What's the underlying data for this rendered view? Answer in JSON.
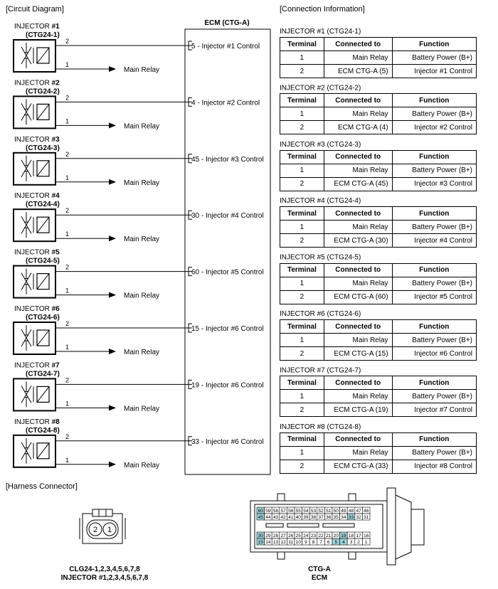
{
  "circuit_title": "[Circuit Diagram]",
  "connection_title": "[Connection Information]",
  "harness_title": "[Harness Connector]",
  "ecm_title": "ECM (CTG-A)",
  "main_relay": "Main Relay",
  "pin1": "1",
  "pin2": "2",
  "table_headers": [
    "Terminal",
    "Connected to",
    "Function"
  ],
  "injectors": [
    {
      "label": "INJECTOR",
      "num": "#1",
      "code": "(CTG24-1)",
      "ecm": "5 - Injector #1 Control",
      "table_title": "INJECTOR #1 (CTG24-1)",
      "rows": [
        [
          "1",
          "Main Relay",
          "Battery Power (B+)"
        ],
        [
          "2",
          "ECM CTG-A (5)",
          "Injector #1 Control"
        ]
      ]
    },
    {
      "label": "INJECTOR",
      "num": "#2",
      "code": "(CTG24-2)",
      "ecm": "4 - Injector #2 Control",
      "table_title": "INJECTOR #2 (CTG24-2)",
      "rows": [
        [
          "1",
          "Main Relay",
          "Battery Power (B+)"
        ],
        [
          "2",
          "ECM CTG-A (4)",
          "Injector #2 Control"
        ]
      ]
    },
    {
      "label": "INJECTOR",
      "num": "#3",
      "code": "(CTG24-3)",
      "ecm": "45 - Injector #3 Control",
      "table_title": "INJECTOR #3 (CTG24-3)",
      "rows": [
        [
          "1",
          "Main Relay",
          "Battery Power (B+)"
        ],
        [
          "2",
          "ECM CTG-A (45)",
          "Injector #3 Control"
        ]
      ]
    },
    {
      "label": "INJECTOR",
      "num": "#4",
      "code": "(CTG24-4)",
      "ecm": "30 - Injector #4 Control",
      "table_title": "INJECTOR #4 (CTG24-4)",
      "rows": [
        [
          "1",
          "Main Relay",
          "Battery Power (B+)"
        ],
        [
          "2",
          "ECM CTG-A (30)",
          "Injector #4 Control"
        ]
      ]
    },
    {
      "label": "INJECTOR",
      "num": "#5",
      "code": "(CTG24-5)",
      "ecm": "60 - Injector #5 Control",
      "table_title": "INJECTOR #5 (CTG24-5)",
      "rows": [
        [
          "1",
          "Main Relay",
          "Battery Power (B+)"
        ],
        [
          "2",
          "ECM CTG-A (60)",
          "Injector #5 Control"
        ]
      ]
    },
    {
      "label": "INJECTOR",
      "num": "#6",
      "code": "(CTG24-6)",
      "ecm": "15 - Injector #6 Control",
      "table_title": "INJECTOR #6 (CTG24-6)",
      "rows": [
        [
          "1",
          "Main Relay",
          "Battery Power (B+)"
        ],
        [
          "2",
          "ECM CTG-A (15)",
          "Injector #6 Control"
        ]
      ]
    },
    {
      "label": "INJECTOR",
      "num": "#7",
      "code": "(CTG24-7)",
      "ecm": "19 - Injector #6 Control",
      "table_title": "INJECTOR #7 (CTG24-7)",
      "rows": [
        [
          "1",
          "Main Relay",
          "Battery Power (B+)"
        ],
        [
          "2",
          "ECM CTG-A (19)",
          "Injector #7 Control"
        ]
      ]
    },
    {
      "label": "INJECTOR",
      "num": "#8",
      "code": "(CTG24-8)",
      "ecm": "33 - Injector #6 Control",
      "table_title": "INJECTOR #8 (CTG24-8)",
      "rows": [
        [
          "1",
          "Main Relay",
          "Battery Power (B+)"
        ],
        [
          "2",
          "ECM CTG-A (33)",
          "Injector #8 Control"
        ]
      ]
    }
  ],
  "connector_small": {
    "pins": [
      "2",
      "1"
    ],
    "caption1": "CLG24-1,2,3,4,5,6,7,8",
    "caption2": "INJECTOR #1,2,3,4,5,6,7,8"
  },
  "connector_ecm": {
    "caption1": "CTG-A",
    "caption2": "ECM",
    "top_rows": [
      [
        "60",
        "59",
        "58",
        "57",
        "56",
        "55",
        "54",
        "53",
        "52",
        "51",
        "50",
        "49",
        "48",
        "47",
        "46"
      ],
      [
        "45",
        "44",
        "43",
        "42",
        "41",
        "40",
        "39",
        "38",
        "37",
        "36",
        "35",
        "34",
        "33",
        "32",
        "31"
      ]
    ],
    "bottom_rows": [
      [
        "30",
        "29",
        "28",
        "27",
        "26",
        "25",
        "24",
        "23",
        "22",
        "21",
        "20",
        "19",
        "18",
        "17",
        "16"
      ],
      [
        "15",
        "14",
        "13",
        "12",
        "11",
        "10",
        "9",
        "8",
        "7",
        "6",
        "5",
        "4",
        "3",
        "2",
        "1"
      ]
    ],
    "highlighted": [
      "60",
      "45",
      "30",
      "15",
      "33",
      "19",
      "5",
      "4"
    ],
    "highlight_color": "#9fd0d8"
  }
}
